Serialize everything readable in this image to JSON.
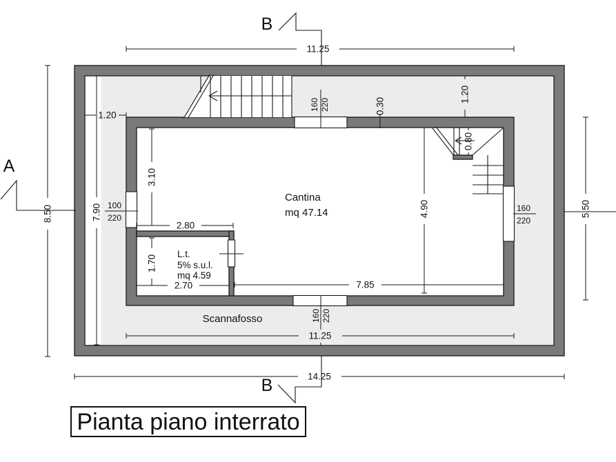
{
  "colors": {
    "wall_fill": "#7a7a7a",
    "court_fill": "#ececec",
    "line": "#161616",
    "background": "#ffffff"
  },
  "labels": {
    "title": "Pianta piano interrato",
    "section_a": "A",
    "section_b": "B",
    "cantina_name": "Cantina",
    "cantina_area": "mq 47.14",
    "lt_name": "L.t.",
    "lt_sul": "5% s.u.l.",
    "lt_area": "mq 4.59",
    "scannafosso": "Scannafosso"
  },
  "dimensions": {
    "outer_width": "14.25",
    "inner_width_top": "11.25",
    "inner_width_bottom": "11.25",
    "outer_height": "8.50",
    "court_inner_height": "7.90",
    "inner_height_right": "5.50",
    "court_gap_left": "1.20",
    "court_gap_right": "1.20",
    "wall_thickness": "0.30",
    "stair_width": "0.80",
    "cantina_upper_height": "3.10",
    "cantina_height": "4.90",
    "cantina_width": "7.85",
    "lt_width_top": "2.80",
    "lt_width_bottom": "2.70",
    "lt_height": "1.70",
    "window_w": "160",
    "window_h": "220",
    "door_w": "100",
    "door_h": "220"
  }
}
